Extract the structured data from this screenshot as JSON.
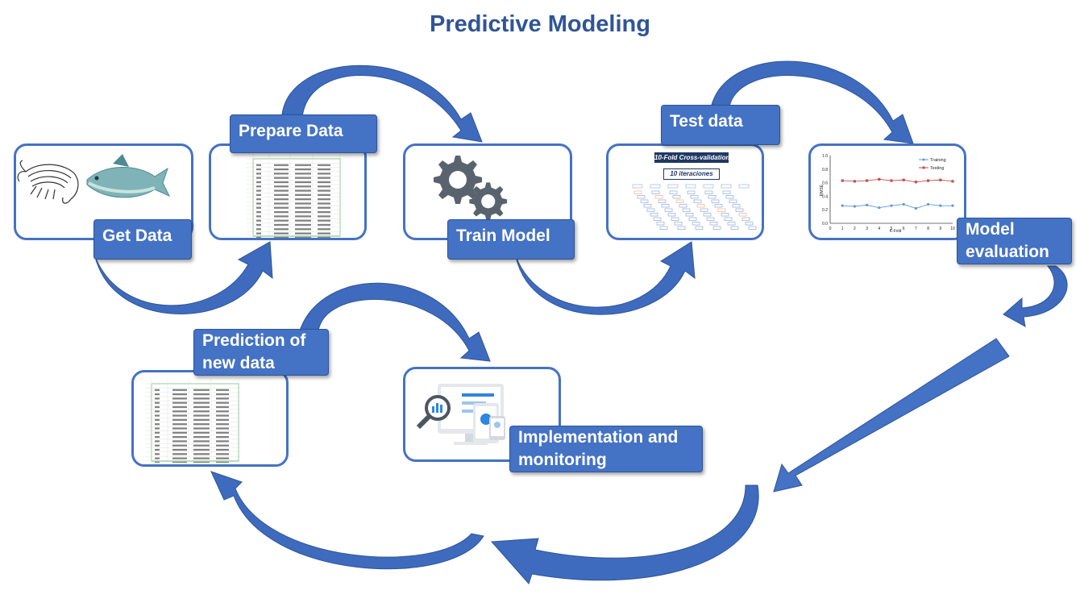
{
  "title": "Predictive Modeling",
  "steps": {
    "get_data": "Get Data",
    "prepare_data": "Prepare Data",
    "train_model": "Train Model",
    "test_data": "Test data",
    "model_evaluation": "Model evaluation",
    "prediction": "Prediction of new data",
    "implementation": "Implementation and monitoring"
  },
  "cv_panel": {
    "title": "10-Fold Cross-validation",
    "subtitle": "10 iteraciones"
  },
  "eval_chart": {
    "legend": [
      "Training",
      "Testing"
    ],
    "xlabel": "K-Fold",
    "ylabel": "RMSE",
    "yticks": [
      "1.0",
      "0.8",
      "0.6",
      "0.4",
      "0.2",
      "0.0"
    ],
    "xticks": [
      "1",
      "2",
      "3",
      "4",
      "5",
      "6",
      "7",
      "8",
      "9",
      "10"
    ]
  },
  "colors": {
    "accent": "#4472C4",
    "title": "#2F5597",
    "training": "#5B9BD5",
    "testing": "#C0504D"
  },
  "chart_data": {
    "type": "line",
    "x": [
      1,
      2,
      3,
      4,
      5,
      6,
      7,
      8,
      9,
      10
    ],
    "series": [
      {
        "name": "Training",
        "values": [
          0.26,
          0.25,
          0.27,
          0.23,
          0.26,
          0.28,
          0.22,
          0.28,
          0.26,
          0.26
        ]
      },
      {
        "name": "Testing",
        "values": [
          0.63,
          0.62,
          0.63,
          0.65,
          0.63,
          0.64,
          0.61,
          0.63,
          0.64,
          0.62
        ]
      }
    ],
    "xlabel": "K-Fold",
    "ylabel": "RMSE",
    "ylim": [
      0,
      1.0
    ],
    "xlim": [
      0,
      10
    ],
    "legend": "top-right"
  }
}
